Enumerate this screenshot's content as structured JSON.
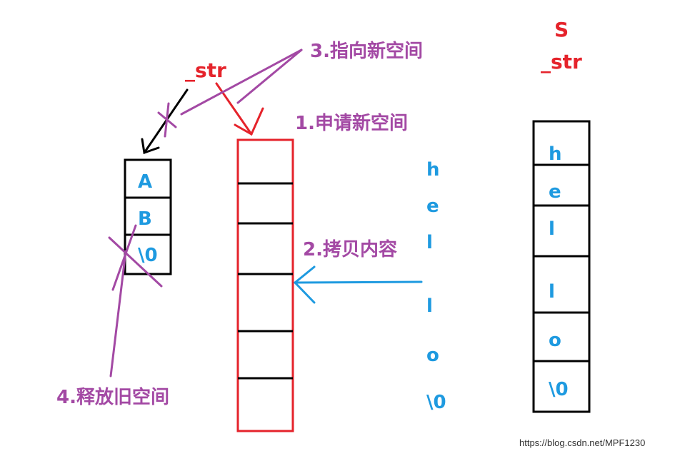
{
  "steps": {
    "step1": "1.申请新空间",
    "step2": "2.拷贝内容",
    "step3": "3.指向新空间",
    "step4": "4.释放旧空间"
  },
  "labels": {
    "str_left": "_str",
    "s_right": "S",
    "str_right": "_str"
  },
  "old_buffer": [
    "A",
    "B",
    "\\0"
  ],
  "source_chars": [
    "h",
    "e",
    "l",
    "l",
    "o",
    "\\0"
  ],
  "result_buffer": [
    "h",
    "e",
    "l",
    "l",
    "o",
    "\\0"
  ],
  "watermark": "https://blog.csdn.net/MPF1230",
  "colors": {
    "purple": "#a349a4",
    "red": "#e5232b",
    "blue": "#1e9ae0",
    "black": "#000000"
  }
}
